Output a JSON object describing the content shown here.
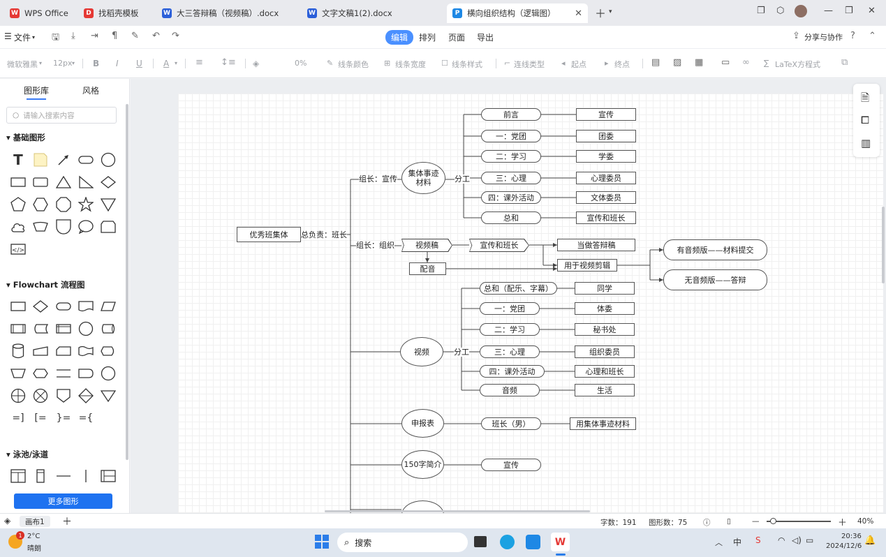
{
  "tabs": [
    {
      "label": "WPS Office",
      "icon": "W",
      "color": "#e53935"
    },
    {
      "label": "找稻壳模板",
      "icon": "D",
      "color": "#e53935"
    },
    {
      "label": "大三答辩稿（视频稿）.docx",
      "icon": "W",
      "color": "#2b5fd9"
    },
    {
      "label": "文字文稿1(2).docx",
      "icon": "W",
      "color": "#2b5fd9"
    },
    {
      "label": "横向组织结构（逻辑图）",
      "icon": "P",
      "color": "#1e88e5"
    }
  ],
  "menu": {
    "file": "文件",
    "items": [
      "编辑",
      "排列",
      "页面",
      "导出"
    ],
    "share": "分享与协作"
  },
  "toolbar": {
    "font": "微软雅黑",
    "size": "12px",
    "bold": "B",
    "italic": "I",
    "underline": "U",
    "text_color": "A",
    "opacity": "0%",
    "line_color": "线条颜色",
    "line_width": "线条宽度",
    "line_style": "线条样式",
    "connector": "连线类型",
    "start": "起点",
    "end": "终点",
    "latex": "LaTeX方程式"
  },
  "sidebar": {
    "tabs": [
      "图形库",
      "风格"
    ],
    "search_placeholder": "请输入搜索内容",
    "sections": [
      "基础图形",
      "Flowchart 流程图",
      "泳池/泳道"
    ],
    "more_button": "更多图形"
  },
  "diagram": {
    "root": "优秀班集体",
    "root_label": "总负责：班长",
    "branch1_label": "组长：宣传",
    "branch1": "集体事迹\n材料",
    "branch1_fen": "分工",
    "branch1_items": [
      [
        "前言",
        "宣传"
      ],
      [
        "一：党团",
        "团委"
      ],
      [
        "二：学习",
        "学委"
      ],
      [
        "三：心理",
        "心理委员"
      ],
      [
        "四：课外活动",
        "文体委员"
      ],
      [
        "总和",
        "宣传和班长"
      ]
    ],
    "branch2_label": "组长：组织",
    "branch2": "视频稿",
    "branch2_a": "宣传和班长",
    "branch2_b": "当做答辩稿",
    "branch2_c": "用于视频剪辑",
    "branch2_d": "配音",
    "branch2_e": "有音频版——材料提交",
    "branch2_f": "无音频版——答辩",
    "branch3": "视频",
    "branch3_fen": "分工",
    "branch3_items": [
      [
        "总和（配乐、字幕）",
        "同学"
      ],
      [
        "一：党团",
        "体委"
      ],
      [
        "二：学习",
        "秘书处"
      ],
      [
        "三：心理",
        "组织委员"
      ],
      [
        "四：课外活动",
        "心理和班长"
      ],
      [
        "音频",
        "生活"
      ]
    ],
    "branch4": "申报表",
    "branch4_a": "班长（男）",
    "branch4_b": "用集体事迹材料",
    "branch5": "150字简介",
    "branch5_a": "宣传"
  },
  "status": {
    "page": "画布1",
    "word_count": "字数：191",
    "shape_count": "图形数：75",
    "zoom": "40%",
    "zoom_fraction": 0.1
  },
  "taskbar": {
    "temp": "2°C",
    "weather": "晴朗",
    "badge": "1",
    "search": "搜索",
    "time": "20:36",
    "date": "2024/12/6"
  }
}
